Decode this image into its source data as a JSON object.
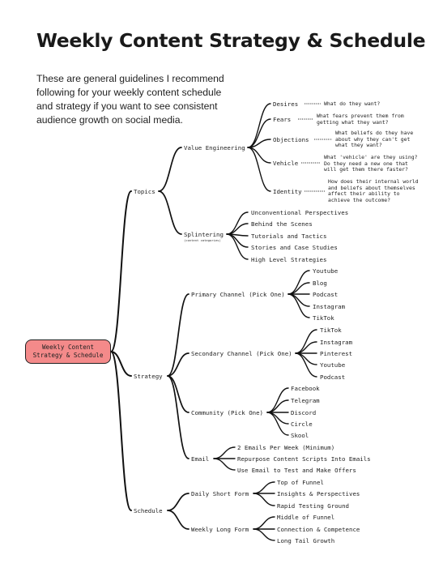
{
  "title": "Weekly Content Strategy & Schedule",
  "intro": "These are general guidelines I recommend following for your weekly content schedule and strategy if you want to see consistent audience growth on social media.",
  "root": [
    "Weekly Content",
    "Strategy & Schedule"
  ],
  "branches": {
    "topics": "Topics",
    "strategy": "Strategy",
    "schedule": "Schedule"
  },
  "topics": {
    "value_engineering": "Value Engineering",
    "splintering": "Splintering",
    "splintering_note": "(content categories)",
    "value_items": [
      {
        "label": "Desires",
        "note": [
          "What do they want?"
        ]
      },
      {
        "label": "Fears",
        "note": [
          "What fears prevent them from",
          "getting what they want?"
        ]
      },
      {
        "label": "Objections",
        "note": [
          "What beliefs do they have",
          "about why they can't get",
          "what they want?"
        ]
      },
      {
        "label": "Vehicle",
        "note": [
          "What 'vehicle' are they using?",
          "Do they need a new one that",
          "will get them there faster?"
        ]
      },
      {
        "label": "Identity",
        "note": [
          "How does their internal world",
          "and beliefs about themselves",
          "affect their ability to",
          "achieve the outcome?"
        ]
      }
    ],
    "splinter_items": [
      "Unconventional Perspectives",
      "Behind the Scenes",
      "Tutorials and Tactics",
      "Stories and Case Studies",
      "High Level Strategies"
    ]
  },
  "strategy": {
    "primary": "Primary Channel (Pick One)",
    "primary_items": [
      "Youtube",
      "Blog",
      "Podcast",
      "Instagram",
      "TikTok"
    ],
    "secondary": "Secondary Channel (Pick One)",
    "secondary_items": [
      "TikTok",
      "Instagram",
      "Pinterest",
      "Youtube",
      "Podcast"
    ],
    "community": "Community (Pick One)",
    "community_items": [
      "Facebook",
      "Telegram",
      "Discord",
      "Circle",
      "Skool"
    ],
    "email": "Email",
    "email_items": [
      "2 Emails Per Week (Minimum)",
      "Repurpose Content Scripts Into Emails",
      "Use Email to Test and Make Offers"
    ]
  },
  "schedule": {
    "daily": "Daily Short Form",
    "daily_items": [
      "Top of Funnel",
      "Insights & Perspectives",
      "Rapid Testing Ground"
    ],
    "weekly": "Weekly Long Form",
    "weekly_items": [
      "Middle of Funnel",
      "Connection & Competence",
      "Long Tail Growth"
    ]
  }
}
